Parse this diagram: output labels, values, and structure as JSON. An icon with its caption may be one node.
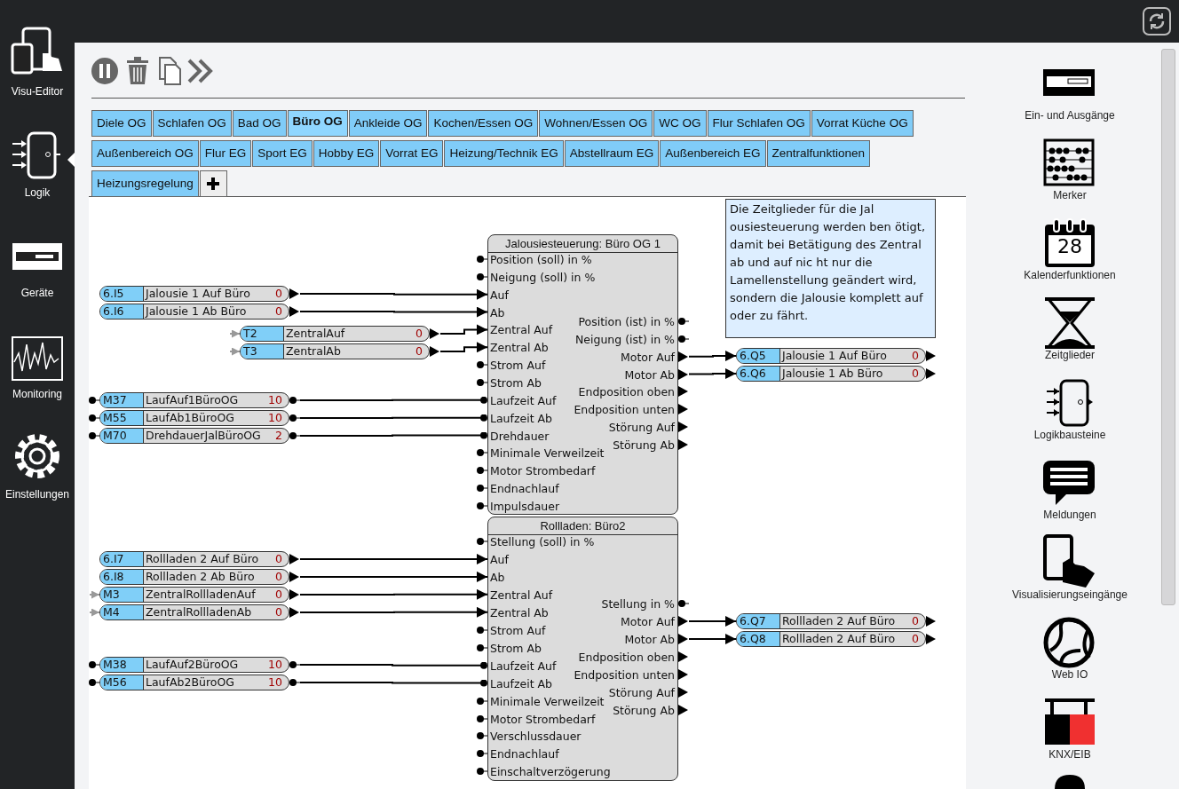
{
  "diagram": {
    "nodes": [
      {
        "text": [
          "Jalousiesteuerung: Büro OG 1"
        ]
      },
      {
        "text": [
          "Position (soll) in %"
        ],
        "in": 0
      },
      {
        "text": [
          "Neigung (soll) in %"
        ],
        "in": 0
      },
      {
        "text": [
          "Auf"
        ],
        "in": 0
      },
      {
        "text": [
          "Ab"
        ],
        "in": 0
      },
      {
        "text": [
          "Zentral Auf"
        ],
        "in": 0
      },
      {
        "text": [
          "Zentral Ab"
        ],
        "in": 0
      },
      {
        "text": [
          "Strom Auf"
        ],
        "in": 0
      },
      {
        "text": [
          "Strom Ab"
        ],
        "in": 0
      },
      {
        "text": [
          "Laufzeit Auf"
        ],
        "in": 0
      },
      {
        "text": [
          "Laufzeit Ab"
        ],
        "in": 0
      },
      {
        "text": [
          "Drehdauer"
        ],
        "in": 0
      },
      {
        "text": [
          "Minimale Verweilzeit"
        ],
        "in": 0
      },
      {
        "text": [
          "Motor Strombedarf"
        ],
        "in": 0
      },
      {
        "text": [
          "Endnachlauf"
        ],
        "in": 0
      },
      {
        "text": [
          "Impulsdauer"
        ],
        "in": 0
      },
      {
        "text": [
          "Position (ist) in %"
        ],
        "in": 0
      },
      {
        "text": [
          "Neigung (ist) in %"
        ],
        "in": 0
      },
      {
        "text": [
          "Motor Auf"
        ],
        "in": 0
      },
      {
        "text": [
          "Motor Ab"
        ],
        "in": 0
      },
      {
        "text": [
          "Endposition oben"
        ],
        "in": 0
      },
      {
        "text": [
          "Endposition unten"
        ],
        "in": 0
      },
      {
        "text": [
          "Störung Auf"
        ],
        "in": 0
      },
      {
        "text": [
          "Störung Ab"
        ],
        "in": 0
      },
      {
        "text": [
          "6.I5",
          "Jalousie 1 Auf Büro",
          "0"
        ]
      },
      {
        "text": [
          "6.I6",
          "Jalousie 1 Ab Büro",
          "0"
        ]
      },
      {
        "text": [
          "T2",
          "ZentralAuf",
          "0"
        ]
      },
      {
        "text": [
          "T3",
          "ZentralAb",
          "0"
        ]
      },
      {
        "text": [
          "M37",
          "LaufAuf1BüroOG",
          "10"
        ]
      },
      {
        "text": [
          "M55",
          "LaufAb1BüroOG",
          "10"
        ]
      },
      {
        "text": [
          "M70",
          "DrehdauerJalBüroOG",
          "2"
        ]
      },
      {
        "text": [
          "6.Q5",
          "Jalousie 1 Auf Büro",
          "0"
        ]
      },
      {
        "text": [
          "6.Q6",
          "Jalousie 1 Ab Büro",
          "0"
        ]
      },
      {
        "text": [
          "Die Zeitglieder für die Jal ousiesteuerung werden ben ötigt, damit bei Betätigung des Zentral ab und auf nic ht nur die Lamellenstellung geändert wird, sondern die Jalousie komplett auf oder zu fährt."
        ]
      },
      {
        "text": [
          "Rollladen: Büro2"
        ]
      },
      {
        "text": [
          "Stellung (soll) in %"
        ],
        "in": 34
      },
      {
        "text": [
          "Auf"
        ],
        "in": 34
      },
      {
        "text": [
          "Ab"
        ],
        "in": 34
      },
      {
        "text": [
          "Zentral Auf"
        ],
        "in": 34
      },
      {
        "text": [
          "Zentral Ab"
        ],
        "in": 34
      },
      {
        "text": [
          "Strom Auf"
        ],
        "in": 34
      },
      {
        "text": [
          "Strom Ab"
        ],
        "in": 34
      },
      {
        "text": [
          "Laufzeit Auf"
        ],
        "in": 34
      },
      {
        "text": [
          "Laufzeit Ab"
        ],
        "in": 34
      },
      {
        "text": [
          "Minimale Verweilzeit"
        ],
        "in": 34
      },
      {
        "text": [
          "Motor Strombedarf"
        ],
        "in": 34
      },
      {
        "text": [
          "Verschlussdauer"
        ],
        "in": 34
      },
      {
        "text": [
          "Endnachlauf"
        ],
        "in": 34
      },
      {
        "text": [
          "Einschaltverzögerung"
        ],
        "in": 34
      },
      {
        "text": [
          "Stellung in %"
        ],
        "in": 34
      },
      {
        "text": [
          "Motor Auf"
        ],
        "in": 34
      },
      {
        "text": [
          "Motor Ab"
        ],
        "in": 34
      },
      {
        "text": [
          "Endposition oben"
        ],
        "in": 34
      },
      {
        "text": [
          "Endposition unten"
        ],
        "in": 34
      },
      {
        "text": [
          "Störung Auf"
        ],
        "in": 34
      },
      {
        "text": [
          "Störung Ab"
        ],
        "in": 34
      },
      {
        "text": [
          "6.I7",
          "Rollladen 2 Auf Büro",
          "0"
        ]
      },
      {
        "text": [
          "6.I8",
          "Rollladen 2 Ab Büro",
          "0"
        ]
      },
      {
        "text": [
          "M3",
          "ZentralRollladenAuf",
          "0"
        ]
      },
      {
        "text": [
          "M4",
          "ZentralRollladenAb",
          "0"
        ]
      },
      {
        "text": [
          "M38",
          "LaufAuf2BüroOG",
          "10"
        ]
      },
      {
        "text": [
          "M56",
          "LaufAb2BüroOG",
          "10"
        ]
      },
      {
        "text": [
          "6.Q7",
          "Rollladen 2 Auf Büro",
          "0"
        ]
      },
      {
        "text": [
          "6.Q8",
          "Rollladen 2 Auf Büro",
          "0"
        ]
      }
    ],
    "edges": [
      {
        "from": null,
        "to": 26,
        "arrow": "to",
        "color": "#999999"
      },
      {
        "from": null,
        "to": 27,
        "arrow": "to",
        "color": "#999999"
      },
      {
        "from": null,
        "to": 58,
        "arrow": "to",
        "color": "#999999"
      },
      {
        "from": null,
        "to": 59,
        "arrow": "to",
        "color": "#999999"
      },
      {
        "from": 24,
        "to": 3,
        "arrow": "to"
      },
      {
        "from": 25,
        "to": 4,
        "arrow": "to"
      },
      {
        "from": 26,
        "to": 5,
        "arrow": "to"
      },
      {
        "from": 27,
        "to": 6,
        "arrow": "to"
      },
      {
        "from": 28,
        "to": 9,
        "arrow": "other"
      },
      {
        "from": 29,
        "to": 10,
        "arrow": "other"
      },
      {
        "from": 30,
        "to": 11,
        "arrow": "other"
      },
      {
        "from": 18,
        "to": 31,
        "arrow": "to"
      },
      {
        "from": 19,
        "to": 32,
        "arrow": "to"
      },
      {
        "from": 56,
        "to": 36,
        "arrow": "to"
      },
      {
        "from": 57,
        "to": 37,
        "arrow": "to"
      },
      {
        "from": 58,
        "to": 38,
        "arrow": "to"
      },
      {
        "from": 59,
        "to": 39,
        "arrow": "to"
      },
      {
        "from": 60,
        "to": 42,
        "arrow": "other"
      },
      {
        "from": 61,
        "to": 43,
        "arrow": "other"
      },
      {
        "from": 50,
        "to": 62,
        "arrow": "to"
      },
      {
        "from": 51,
        "to": 63,
        "arrow": "to"
      }
    ],
    "labels": [
      "Visu-Editor",
      "Logik",
      "Geräte",
      "Monitoring",
      "Einstellungen",
      "Diele OG",
      "Schlafen OG",
      "Bad OG",
      "Büro OG",
      "Ankleide OG",
      "Kochen/Essen OG",
      "Wohnen/Essen OG",
      "WC OG",
      "Flur Schlafen OG",
      "Vorrat Küche OG",
      "Außenbereich OG",
      "Flur EG",
      "Sport EG",
      "Hobby EG",
      "Vorrat EG",
      "Heizung/Technik EG",
      "Abstellraum EG",
      "Außenbereich EG",
      "Zentralfunktionen",
      "Heizungsregelung",
      "Ein- und Ausgänge",
      "Merker",
      "28",
      "Kalenderfunktionen",
      "Zeitglieder",
      "Logikbausteine",
      "Meldungen",
      "Visualisierungseingänge",
      "Web IO",
      "KNX/EIB"
    ]
  }
}
